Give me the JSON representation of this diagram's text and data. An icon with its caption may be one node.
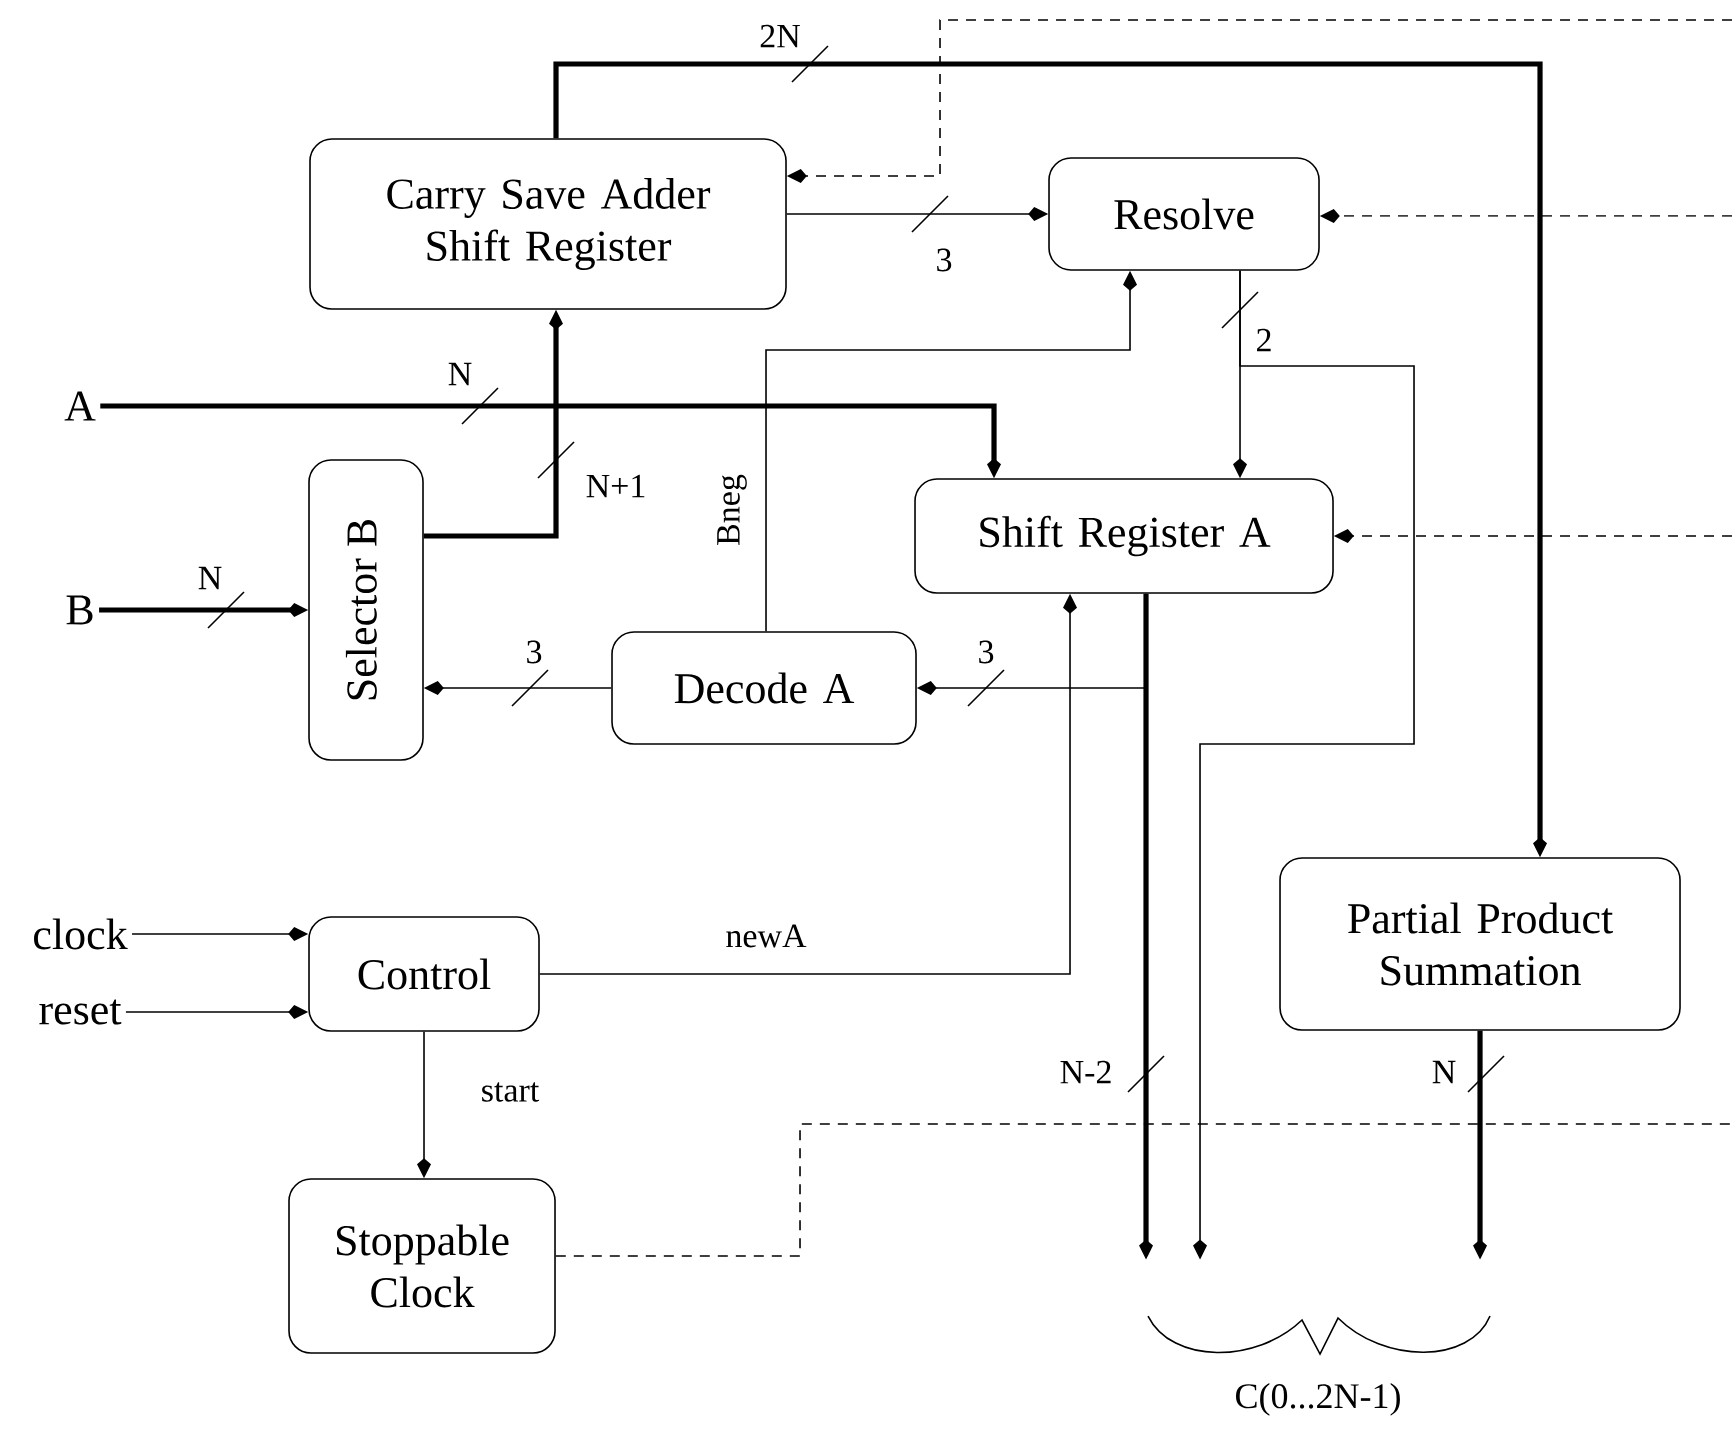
{
  "diagram": {
    "nodes": [
      {
        "text": [
          "Carry Save Adder Shift Register"
        ]
      },
      {
        "text": [
          "Resolve"
        ]
      },
      {
        "text": [
          "A"
        ]
      },
      {
        "text": [
          "Selector B"
        ]
      },
      {
        "text": [
          "Shift Register A"
        ]
      },
      {
        "text": [
          "B"
        ]
      },
      {
        "text": [
          "Decode A"
        ]
      },
      {
        "text": [
          "clock"
        ]
      },
      {
        "text": [
          "Control"
        ]
      },
      {
        "text": [
          "reset"
        ]
      },
      {
        "text": [
          "Partial Product Summation"
        ]
      },
      {
        "text": [
          "Stoppable Clock"
        ]
      },
      {
        "text": [
          "C(0...2N-1)"
        ]
      }
    ],
    "edges": [
      {
        "from": 0,
        "to": 10,
        "arrow": "to",
        "style": "thick",
        "label": "2N"
      },
      {
        "from": 0,
        "to": 1,
        "arrow": "to",
        "label": "3"
      },
      {
        "from": 2,
        "to": 4,
        "arrow": "to",
        "style": "thick",
        "label": "N"
      },
      {
        "from": 3,
        "to": 0,
        "arrow": "to",
        "style": "thick",
        "label": "N+1"
      },
      {
        "from": 5,
        "to": 3,
        "arrow": "to",
        "style": "thick",
        "label": "N"
      },
      {
        "from": 6,
        "to": 3,
        "arrow": "to",
        "label": "3"
      },
      {
        "from": 4,
        "to": 6,
        "arrow": "to",
        "label": "3"
      },
      {
        "from": 6,
        "to": 1,
        "arrow": "to",
        "label": "Bneg"
      },
      {
        "from": 1,
        "to": 4,
        "arrow": "to",
        "label": "2"
      },
      {
        "from": 1,
        "to": 12,
        "arrow": "to"
      },
      {
        "from": 8,
        "to": 4,
        "arrow": "to",
        "label": "newA"
      },
      {
        "from": 7,
        "to": 8,
        "arrow": "to"
      },
      {
        "from": 9,
        "to": 8,
        "arrow": "to"
      },
      {
        "from": 8,
        "to": 11,
        "arrow": "to",
        "label": "start"
      },
      {
        "from": 4,
        "to": 12,
        "arrow": "to",
        "style": "thick",
        "label": "N-2"
      },
      {
        "from": 10,
        "to": 12,
        "arrow": "to",
        "style": "thick",
        "label": "N"
      },
      {
        "from": 11,
        "to": null,
        "arrow": "none",
        "style": "dashed"
      },
      {
        "from": null,
        "to": 0,
        "arrow": "to",
        "style": "dashed"
      },
      {
        "from": null,
        "to": 1,
        "arrow": "to",
        "style": "dashed"
      },
      {
        "from": null,
        "to": 4,
        "arrow": "to",
        "style": "dashed"
      }
    ]
  }
}
